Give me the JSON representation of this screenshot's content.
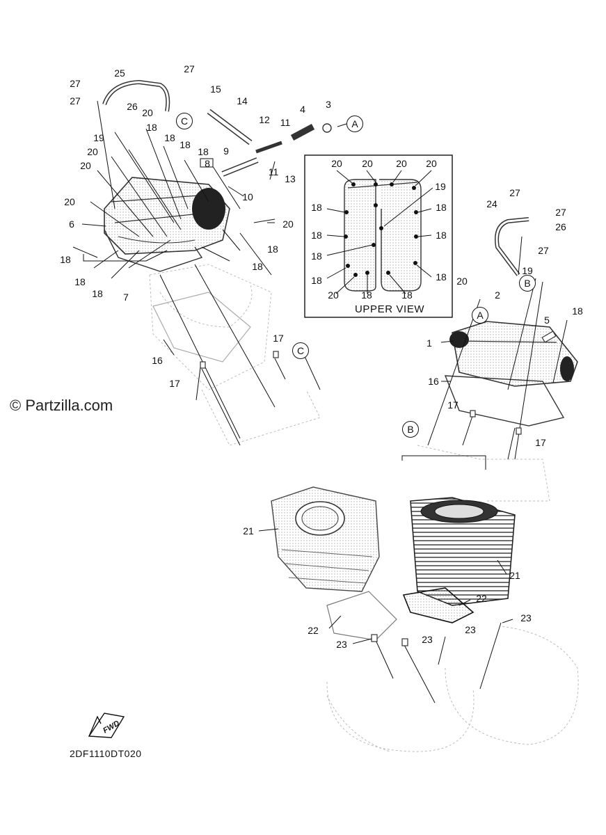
{
  "watermark": "© Partzilla.com",
  "diagram_code": "2DF1110DT020",
  "upper_view_title": "UPPER VIEW",
  "fwd_text": "FWD",
  "ref_markers": [
    "A",
    "B",
    "C"
  ],
  "callouts": {
    "n1": "1",
    "n2": "2",
    "n3": "3",
    "n4": "4",
    "n5": "5",
    "n6": "6",
    "n7": "7",
    "n8": "8",
    "n9": "9",
    "n10": "10",
    "n11": "11",
    "n12": "12",
    "n13": "13",
    "n14": "14",
    "n15": "15",
    "n16": "16",
    "n17": "17",
    "n18": "18",
    "n19": "19",
    "n20": "20",
    "n21": "21",
    "n22": "22",
    "n23": "23",
    "n24": "24",
    "n25": "25",
    "n26": "26",
    "n27": "27"
  },
  "colors": {
    "line": "#111111",
    "ghost": "#bbbbbb",
    "part": "#555555"
  }
}
